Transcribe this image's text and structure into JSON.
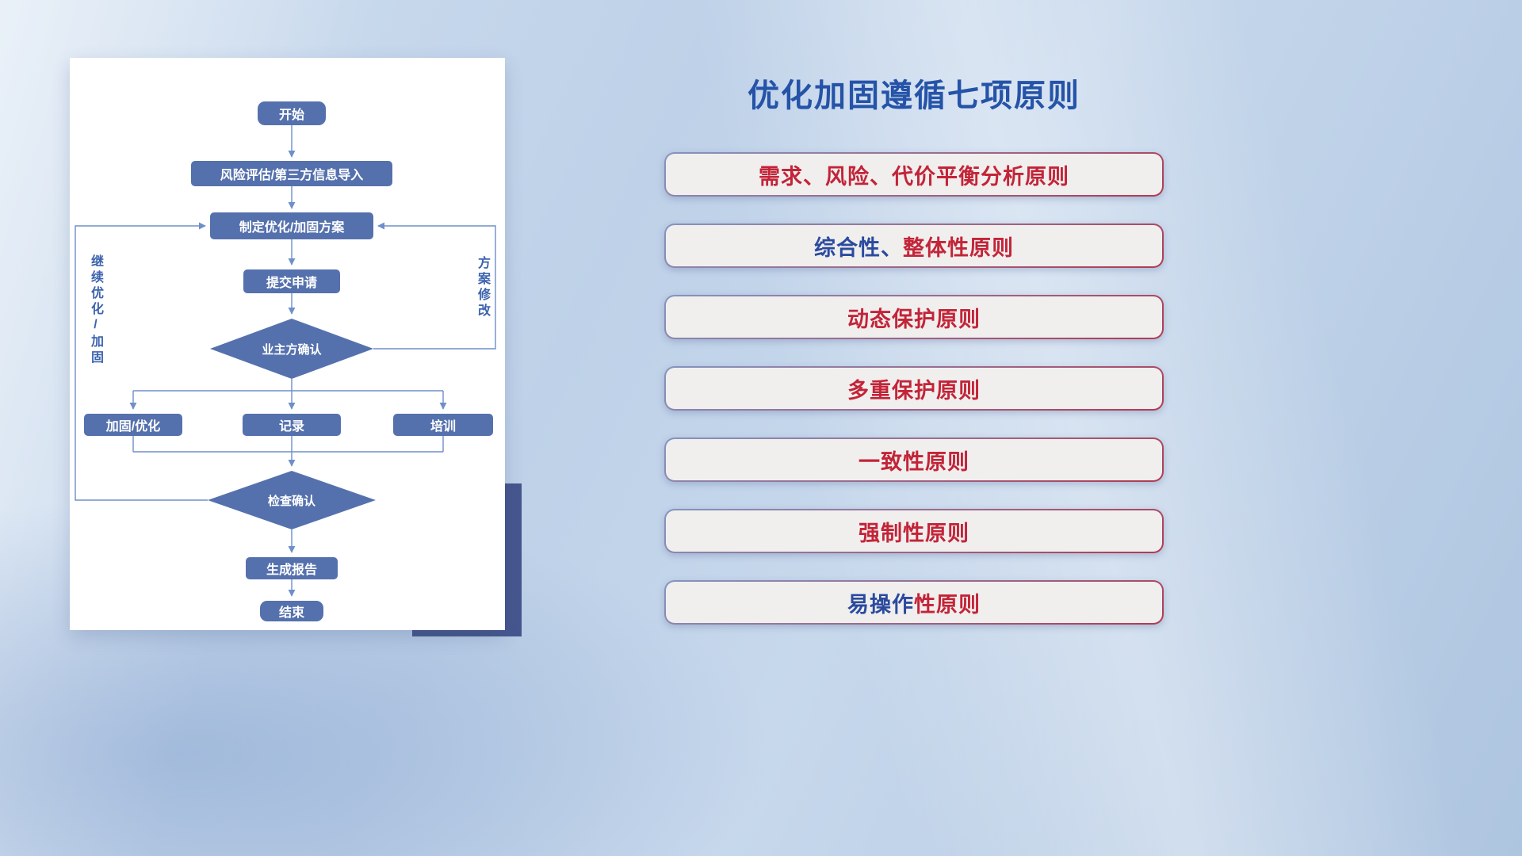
{
  "flowchart": {
    "nodes": {
      "start": "开始",
      "risk_import": "风险评估/第三方信息导入",
      "make_plan": "制定优化/加固方案",
      "submit": "提交申请",
      "owner_confirm": "业主方确认",
      "reinforce": "加固/优化",
      "record": "记录",
      "training": "培训",
      "check_confirm": "检查确认",
      "report": "生成报告",
      "end": "结束"
    },
    "labels": {
      "left_loop": "继续优化/加固",
      "right_loop": "方案修改"
    }
  },
  "panel": {
    "title": "优化加固遵循七项原则",
    "principles": [
      {
        "parts": [
          {
            "text": "需求、风险、代价平衡分析原则",
            "color": "red"
          }
        ]
      },
      {
        "parts": [
          {
            "text": "综合性、",
            "color": "blue"
          },
          {
            "text": "整体性原则",
            "color": "red"
          }
        ]
      },
      {
        "parts": [
          {
            "text": "动态保护原则",
            "color": "red"
          }
        ]
      },
      {
        "parts": [
          {
            "text": "多重保护原则",
            "color": "red"
          }
        ]
      },
      {
        "parts": [
          {
            "text": "一致性原则",
            "color": "red"
          }
        ]
      },
      {
        "parts": [
          {
            "text": "强制性原则",
            "color": "red"
          }
        ]
      },
      {
        "parts": [
          {
            "text": "易操作",
            "color": "blue"
          },
          {
            "text": "性原则",
            "color": "red"
          }
        ]
      }
    ]
  },
  "colors": {
    "accent_red": "#c32438",
    "accent_blue": "#2b4a9e",
    "title_blue": "#2553a8",
    "node_blue": "#5571ad",
    "connector_blue": "#6f8fca",
    "shadow_navy": "#46568e",
    "card_bg": "#f0efee"
  }
}
